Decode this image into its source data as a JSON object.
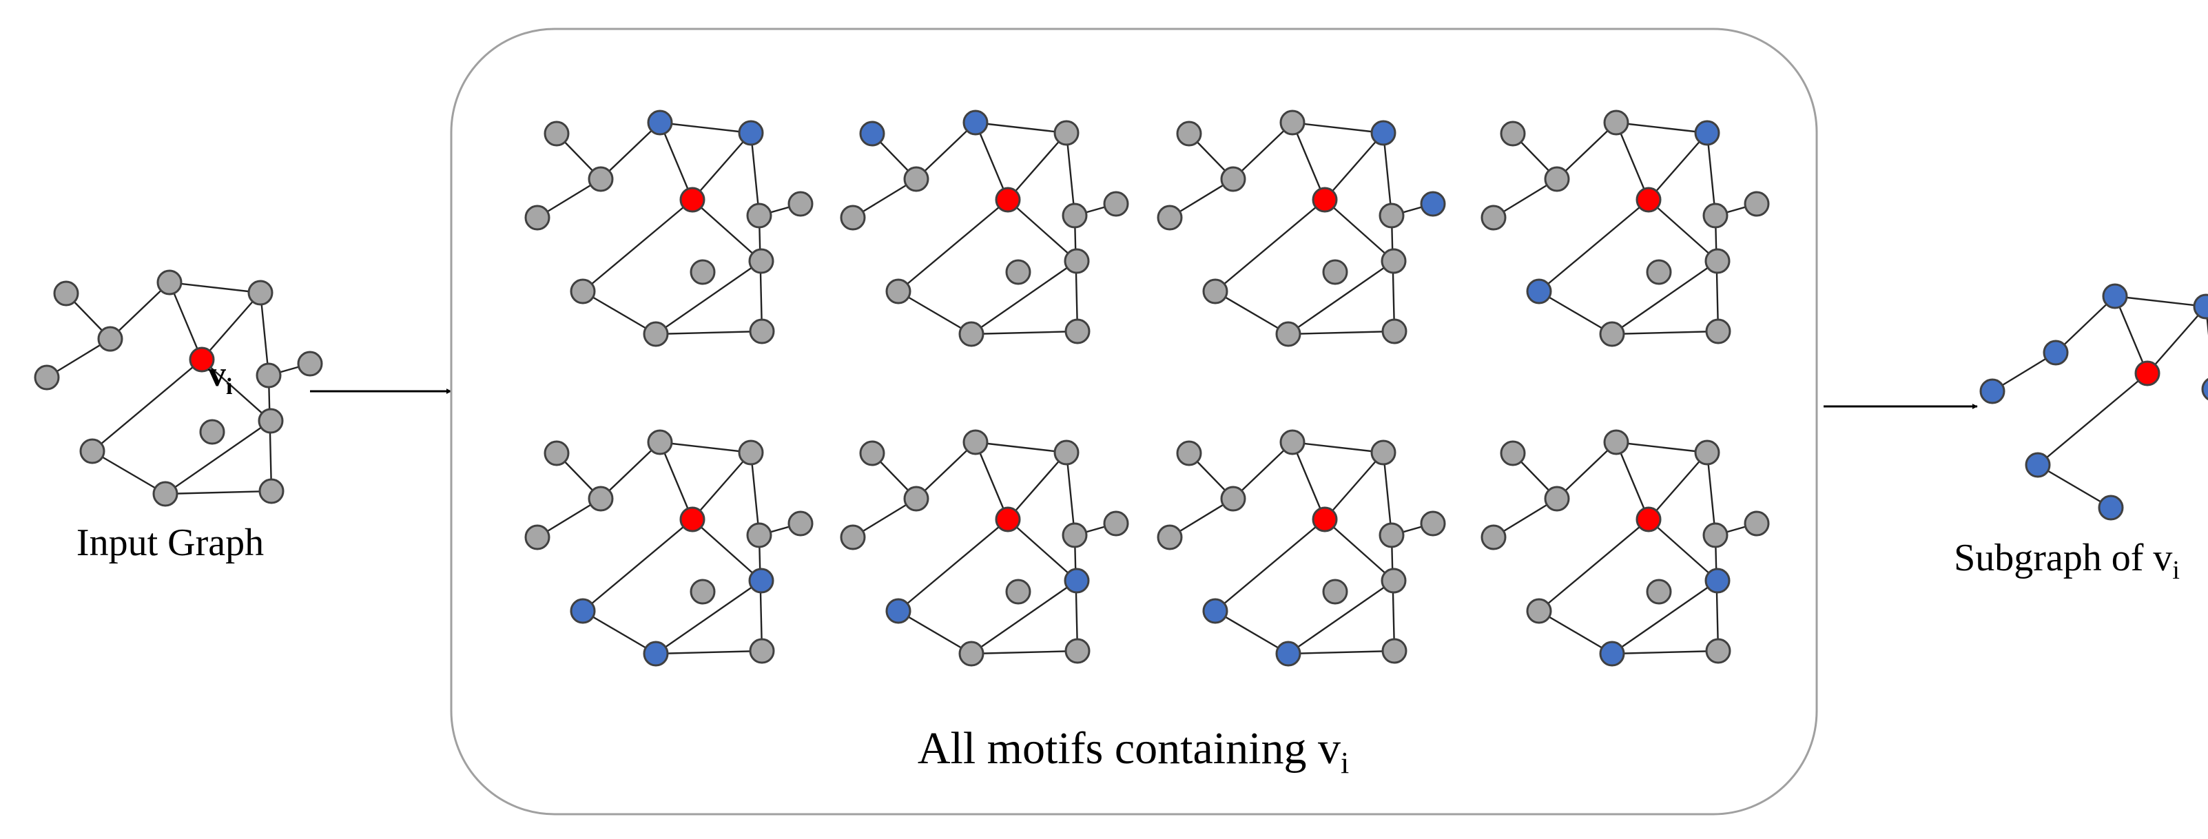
{
  "labels": {
    "input_graph": "Input Graph",
    "center_node": "v",
    "center_node_sub": "i",
    "motifs_caption": "All motifs containing v",
    "motifs_caption_sub": "i",
    "subgraph_caption": "Subgraph of v",
    "subgraph_caption_sub": "i"
  },
  "colors": {
    "default_node": "#a6a6a6",
    "center_node": "#ff0000",
    "highlighted_node": "#4472c4",
    "edge": "#222222",
    "node_outline": "#404040",
    "panel_border": "#a0a0a0"
  },
  "graph": {
    "node_ids": [
      "a",
      "b",
      "c",
      "d",
      "e",
      "f",
      "g",
      "h",
      "k",
      "l",
      "m",
      "n",
      "o"
    ],
    "center": "f",
    "edges": [
      [
        "a",
        "b"
      ],
      [
        "b",
        "c"
      ],
      [
        "b",
        "d"
      ],
      [
        "d",
        "f"
      ],
      [
        "e",
        "f"
      ],
      [
        "d",
        "e"
      ],
      [
        "e",
        "k"
      ],
      [
        "f",
        "j"
      ],
      [
        "f",
        "g"
      ],
      [
        "g",
        "i"
      ],
      [
        "h",
        "i"
      ],
      [
        "i",
        "k"
      ],
      [
        "k",
        "l"
      ],
      [
        "l",
        "m"
      ]
    ]
  },
  "motifs": [
    {
      "highlighted": [
        "d",
        "e"
      ]
    },
    {
      "highlighted": [
        "b",
        "d"
      ]
    },
    {
      "highlighted": [
        "e",
        "l"
      ]
    },
    {
      "highlighted": [
        "e",
        "j"
      ]
    },
    {
      "highlighted": [
        "g",
        "h",
        "j"
      ]
    },
    {
      "highlighted": [
        "g",
        "j"
      ]
    },
    {
      "highlighted": [
        "h",
        "j"
      ]
    },
    {
      "highlighted": [
        "g",
        "h"
      ]
    }
  ]
}
